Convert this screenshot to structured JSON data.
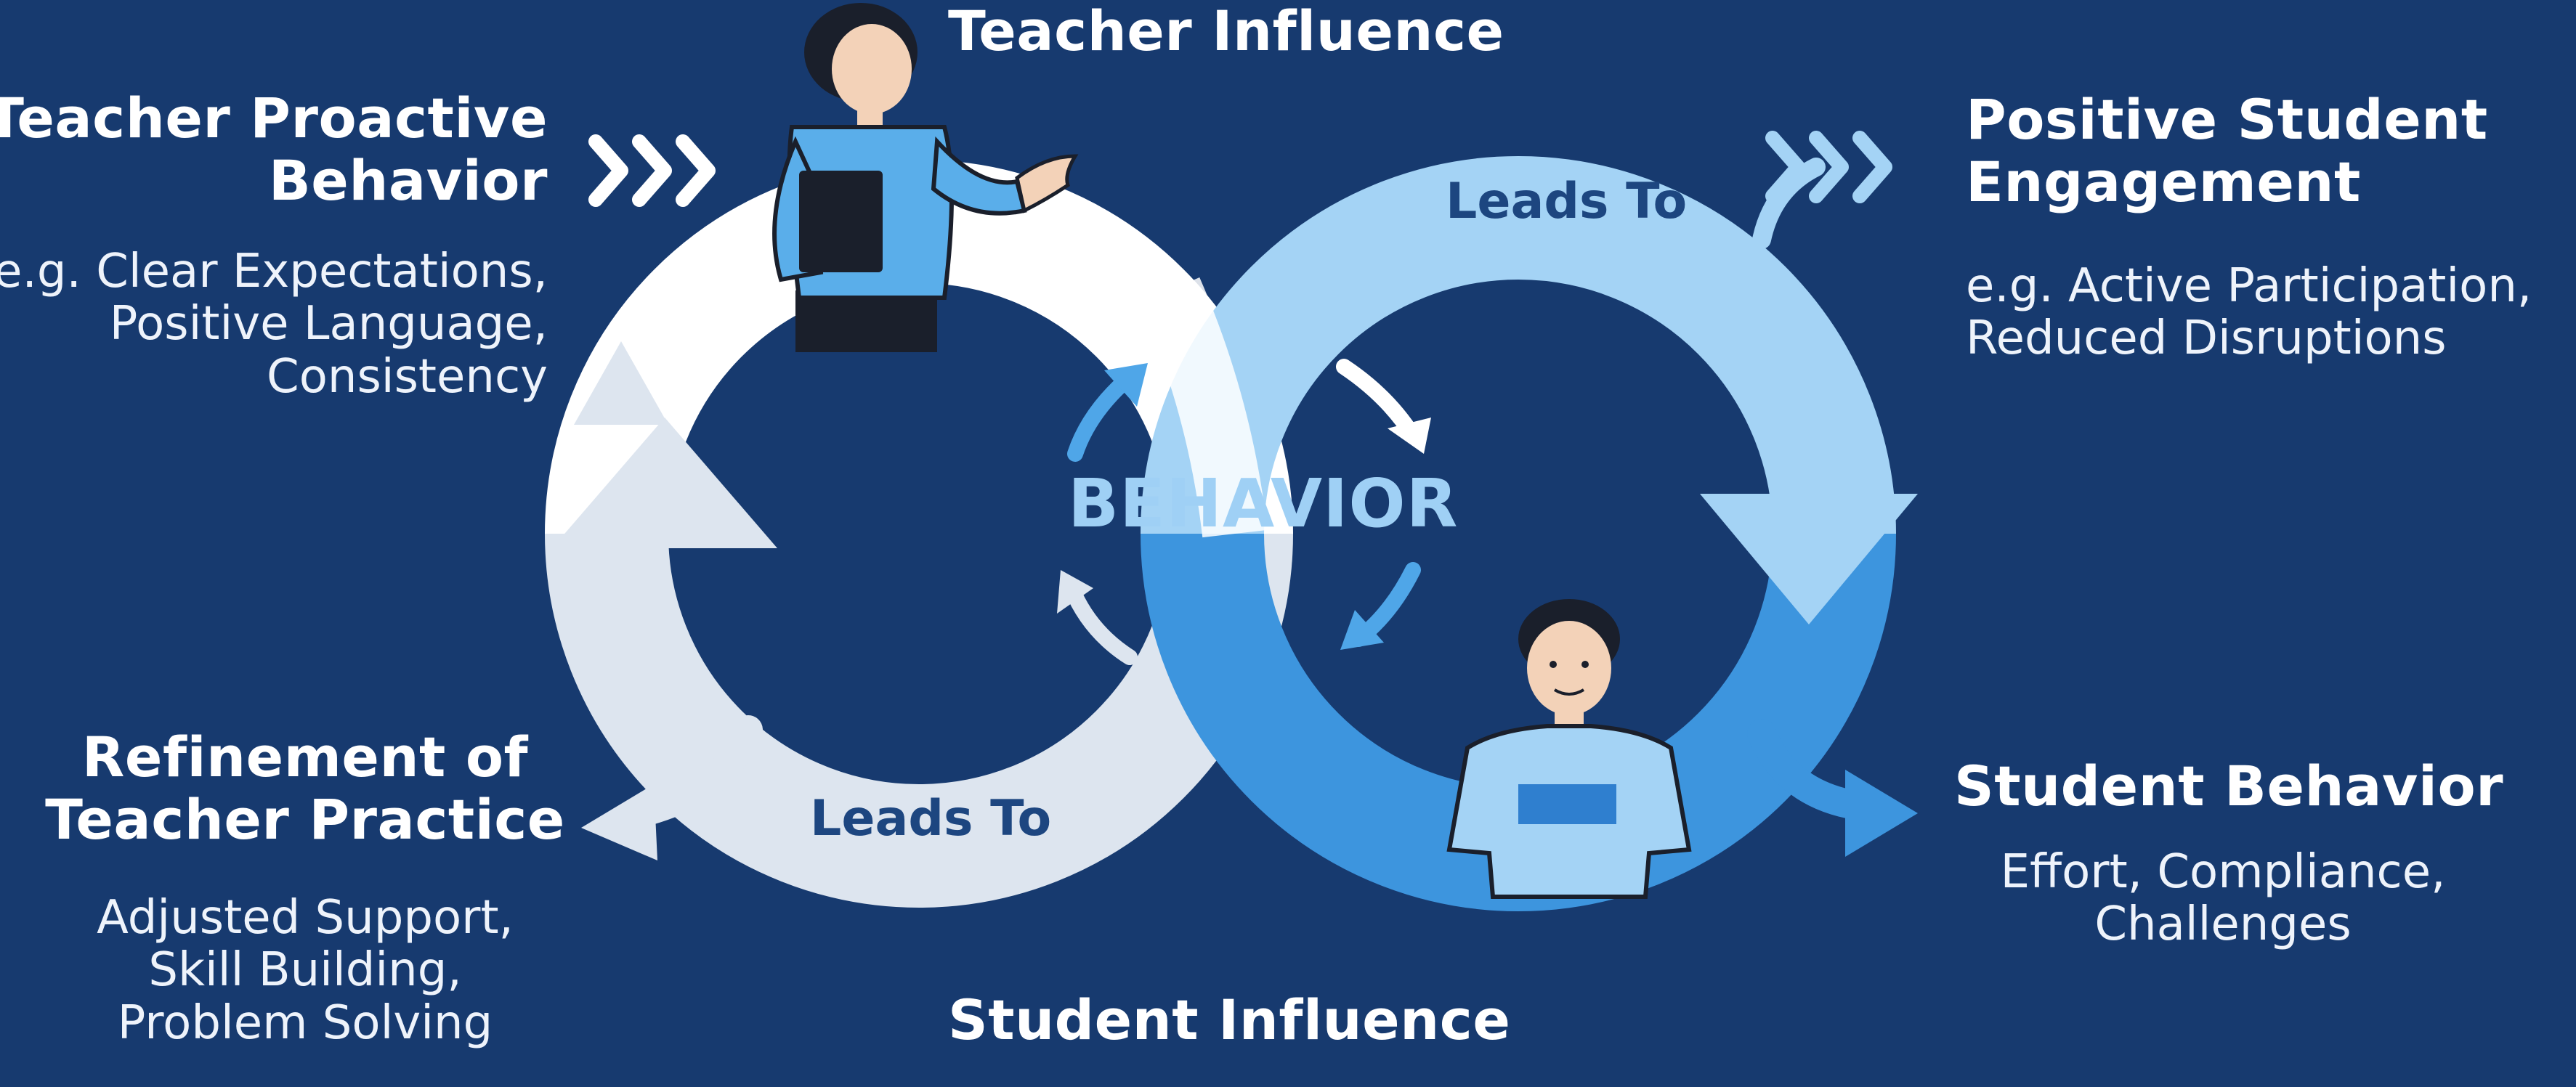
{
  "top_title": "Teacher Influence",
  "bottom_title": "Student Influence",
  "center_label": "BEHAVIOR",
  "upper_loop_label": "Leads To",
  "lower_loop_label": "Leads To",
  "nodes": {
    "teacher_proactive": {
      "title_line1": "Teacher Proactive",
      "title_line2": "Behavior",
      "detail_lines": [
        "e.g. Clear Expectations,",
        "Positive Language,",
        "Consistency"
      ]
    },
    "positive_engagement": {
      "title_line1": "Positive Student",
      "title_line2": "Engagement",
      "detail_lines": [
        "e.g. Active Participation,",
        "Reduced Disruptions"
      ]
    },
    "refinement": {
      "title_line1": "Refinement of",
      "title_line2": "Teacher Practice",
      "detail_lines": [
        "Adjusted Support,",
        "Skill Building,",
        "Problem Solving"
      ]
    },
    "student_behavior": {
      "title_line1": "Student Behavior",
      "detail_lines": [
        "Effort, Compliance,",
        "Challenges"
      ]
    }
  },
  "colors": {
    "background": "#173a6f",
    "teacher_loop": "#ffffff",
    "return_loop": "#dde5ef",
    "engagement_loop": "#a4d3f5",
    "student_loop": "#3d95de",
    "center_text": "#9fd0f5",
    "loop_label_text": "#1d4680"
  },
  "icons": {
    "teacher": "teacher-figure-icon",
    "student": "student-figure-icon",
    "chevrons": "triple-chevron-right-icon"
  }
}
